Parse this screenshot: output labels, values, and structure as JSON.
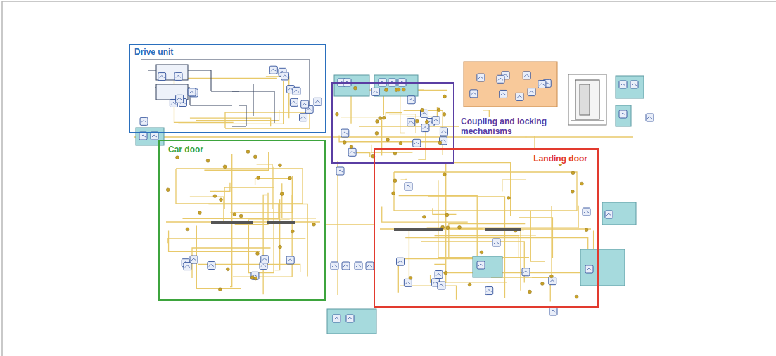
{
  "diagram": {
    "nodes": [
      {
        "text": [
          "Drive unit"
        ]
      },
      {
        "text": [
          "Coupling and locking mechanisms"
        ]
      },
      {
        "text": [
          "Car door"
        ]
      },
      {
        "text": [
          "Landing door"
        ]
      }
    ]
  }
}
